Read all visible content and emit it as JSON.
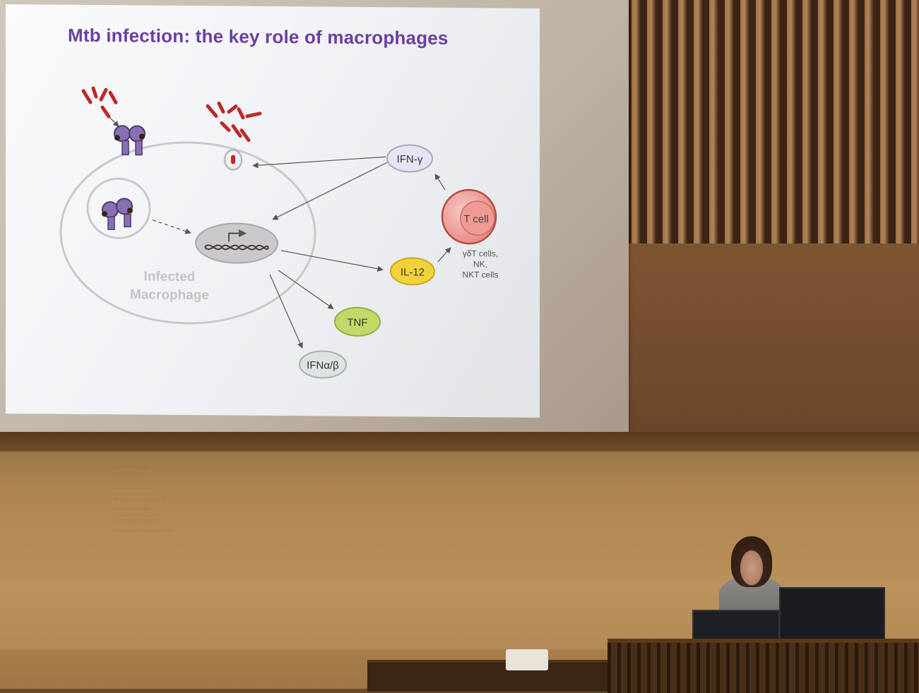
{
  "slide": {
    "title": "Mtb infection: the key role of macrophages",
    "labels": {
      "infected_line1": "Infected",
      "infected_line2": "Macrophage",
      "ifn_gamma": "IFN-γ",
      "t_cell": "T cell",
      "t_note_1": "γδT cells,",
      "t_note_2": "NK,",
      "t_note_3": "NKT cells",
      "il12": "IL-12",
      "tnf": "TNF",
      "ifn_ab": "IFNα/β"
    }
  },
  "colors": {
    "title": "#6b3fa0",
    "bacteria": "#c0282a",
    "receptor": "#7b5ea7",
    "ifn_gamma_fill": "#e6e4f2",
    "t_cell_fill": "#f2a9a4",
    "il12_fill": "#f2d23a",
    "tnf_fill": "#c2d96a",
    "ifn_ab_fill": "#dde3e2"
  }
}
